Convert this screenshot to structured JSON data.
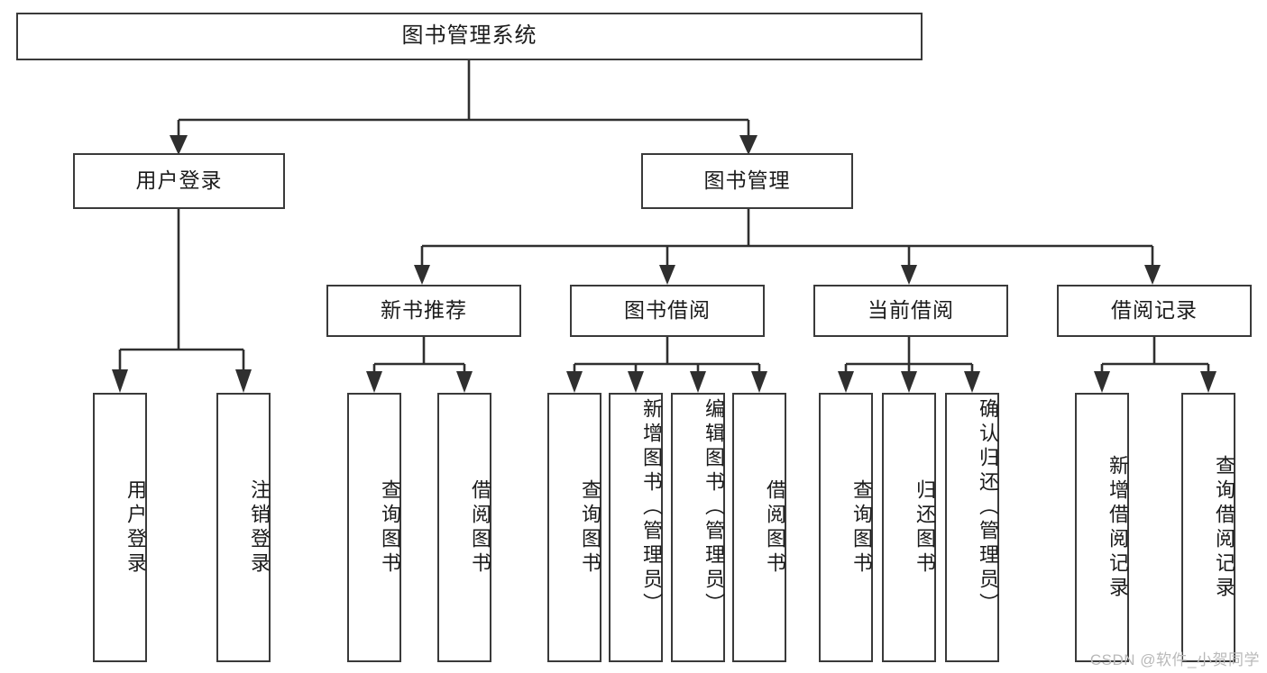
{
  "diagram": {
    "title": "图书管理系统",
    "type": "tree-hierarchy-diagram",
    "colors": {
      "box_border": "#3a3a3a",
      "box_fill": "#ffffff",
      "connector": "#2f2f2f",
      "text": "#1b1b1b",
      "watermark": "#b9b9b9",
      "background": "#ffffff"
    },
    "root": {
      "label": "图书管理系统"
    },
    "level2": [
      {
        "label": "用户登录"
      },
      {
        "label": "图书管理"
      }
    ],
    "level3": [
      {
        "label": "新书推荐"
      },
      {
        "label": "图书借阅"
      },
      {
        "label": "当前借阅"
      },
      {
        "label": "借阅记录"
      }
    ],
    "leaves": {
      "user_login": [
        {
          "label": "用户登录"
        },
        {
          "label": "注销登录"
        }
      ],
      "new_book_recommend": [
        {
          "label": "查询图书"
        },
        {
          "label": "借阅图书"
        }
      ],
      "book_borrow": [
        {
          "label": "查询图书"
        },
        {
          "label": "新增图书（管理员）"
        },
        {
          "label": "编辑图书（管理员）"
        },
        {
          "label": "借阅图书"
        }
      ],
      "current_borrow": [
        {
          "label": "查询图书"
        },
        {
          "label": "归还图书"
        },
        {
          "label": "确认归还（管理员）"
        }
      ],
      "borrow_record": [
        {
          "label": "新增借阅记录"
        },
        {
          "label": "查询借阅记录"
        }
      ]
    }
  },
  "watermark": {
    "text": "CSDN @软件_小贺同学"
  }
}
